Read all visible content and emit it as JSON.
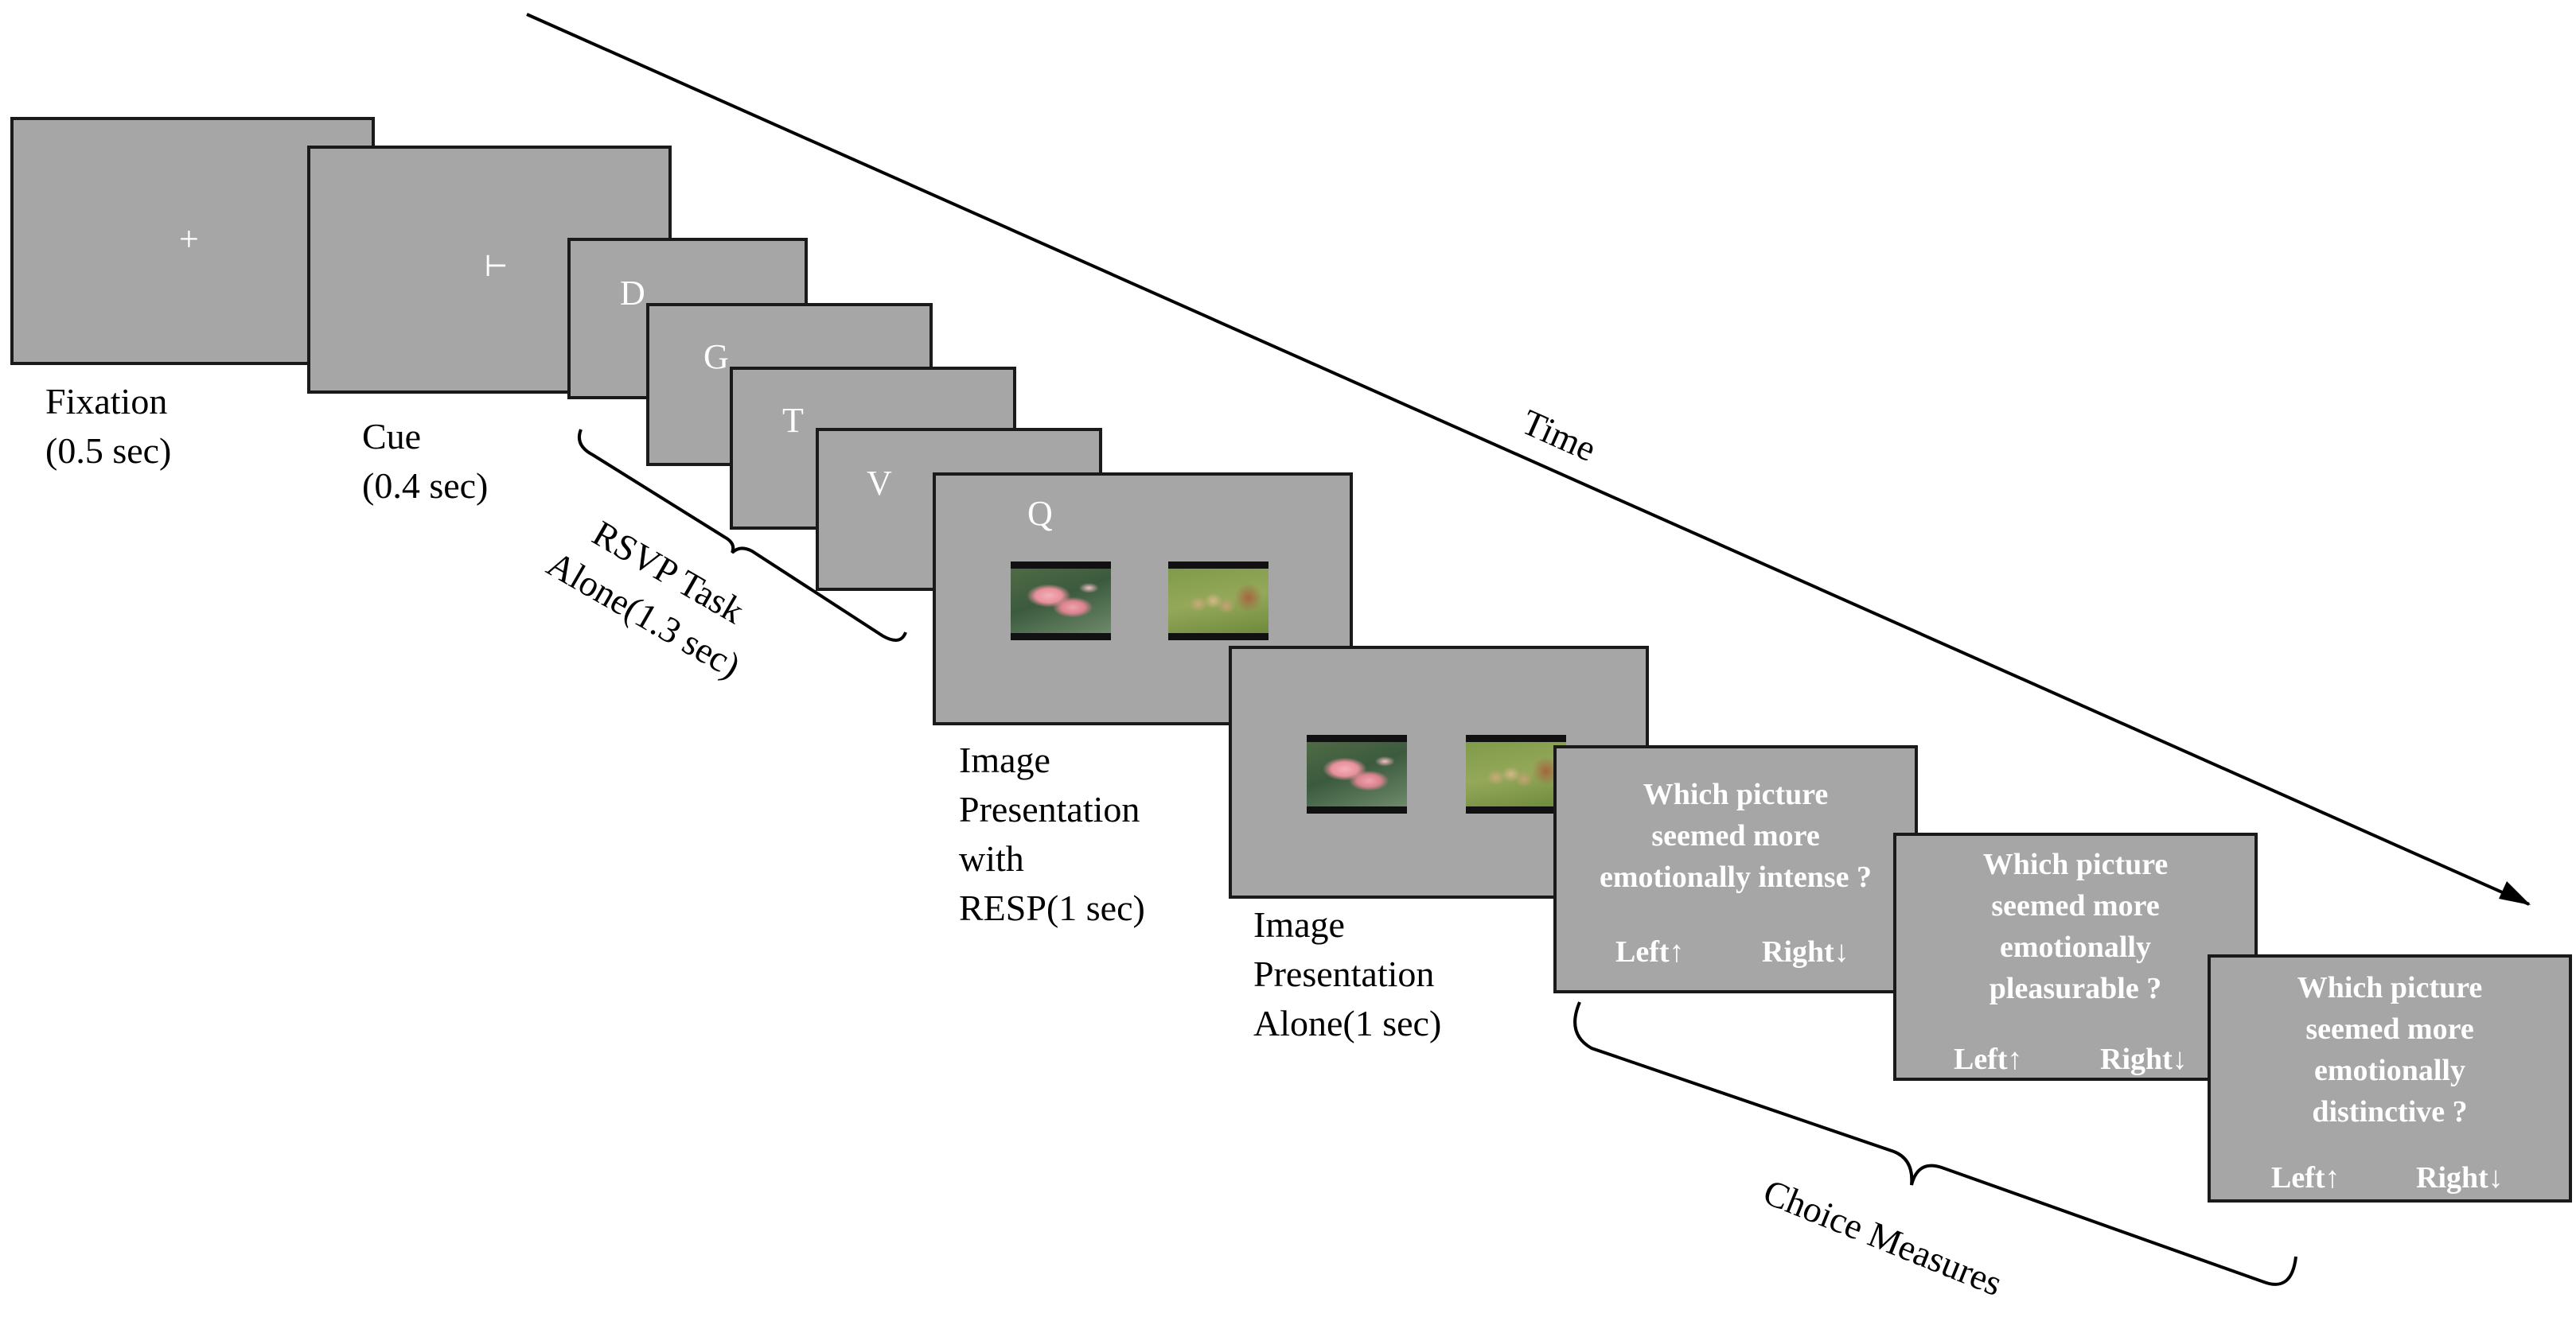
{
  "time_label": "Time",
  "fixation": {
    "glyph": "+",
    "label_lines": [
      "Fixation",
      "(0.5 sec)"
    ]
  },
  "cue": {
    "glyph": "⊢",
    "label_lines": [
      "Cue",
      "(0.4 sec)"
    ]
  },
  "rsvp": {
    "letters": [
      "D",
      "G",
      "T",
      "V",
      "Q"
    ],
    "label_lines": [
      "RSVP Task",
      "Alone(1.3 sec)"
    ]
  },
  "image_with_resp": {
    "label_lines": [
      "Image",
      "Presentation",
      "with",
      "RESP(1 sec)"
    ]
  },
  "image_alone": {
    "label_lines": [
      "Image",
      "Presentation",
      "Alone(1 sec)"
    ]
  },
  "choices": [
    {
      "question_lines": [
        "Which  picture",
        "seemed more",
        "emotionally intense ?"
      ],
      "left": "Left↑",
      "right": "Right↓"
    },
    {
      "question_lines": [
        "Which  picture",
        "seemed more",
        "emotionally",
        "pleasurable ?"
      ],
      "left": "Left↑",
      "right": "Right↓"
    },
    {
      "question_lines": [
        "Which  picture",
        "seemed more",
        "emotionally",
        "distinctive ?"
      ],
      "left": "Left↑",
      "right": "Right↓"
    }
  ],
  "choice_label": "Choice Measures",
  "colors": {
    "screen": "#a6a6a6",
    "border": "#1a1a1a",
    "screen_text": "#ffffff",
    "line": "#000000"
  }
}
